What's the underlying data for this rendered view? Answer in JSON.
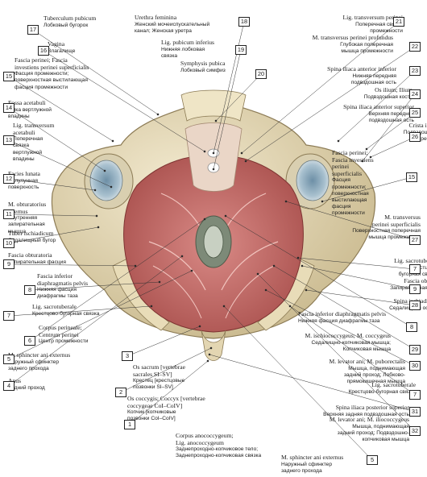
{
  "labels": [
    {
      "n": "1",
      "la": [
        "Corpus anococcygeum;",
        "Lig. anococcygeum"
      ],
      "ru": [
        "Заднепроходно-копчиковое тело;",
        "Заднепроходно-копчиковая связка"
      ]
    },
    {
      "n": "2",
      "la": [
        "Os coccygis; Coccyx [vertebrae",
        "coccygeae CoI–CoIV]"
      ],
      "ru": [
        "Копчик [копчиковые",
        "позвонки CoI–CoIV]"
      ]
    },
    {
      "n": "3",
      "la": [
        "Os sacrum [vertebrae",
        "sacrales SI–SV]"
      ],
      "ru": [
        "Крестец [крестцовые",
        "позвонки SI–SV]"
      ]
    },
    {
      "n": "4",
      "la": [
        "Anus"
      ],
      "ru": [
        "Задний проход"
      ]
    },
    {
      "n": "5",
      "la": [
        "M. sphincter ani externus"
      ],
      "ru": [
        "Наружный сфинктер",
        "заднего прохода"
      ]
    },
    {
      "n": "6",
      "la": [
        "Corpus perineale;",
        "Centrum perinei"
      ],
      "ru": [
        "Центр промежности"
      ]
    },
    {
      "n": "7",
      "la": [
        "Lig. sacrotuberale"
      ],
      "ru": [
        "Крестцово-бугорная связка"
      ]
    },
    {
      "n": "8",
      "la": [
        "Fascia inferior",
        "diaphragmatis pelvis"
      ],
      "ru": [
        "Нижняя фасция",
        "диафрагмы таза"
      ]
    },
    {
      "n": "9",
      "la": [
        "Fascia obturatoria"
      ],
      "ru": [
        "Запирательная фасция"
      ]
    },
    {
      "n": "10",
      "la": [
        "Tuber ischiadicum"
      ],
      "ru": [
        "Седалищный бугор"
      ]
    },
    {
      "n": "11",
      "la": [
        "M. obturatorius",
        "internus"
      ],
      "ru": [
        "Внутренняя",
        "запирательная",
        "мышца"
      ]
    },
    {
      "n": "12",
      "la": [
        "Facies lunata"
      ],
      "ru": [
        "Полулунная",
        "поверхность"
      ]
    },
    {
      "n": "13",
      "la": [
        "Lig. transversum",
        "acetabuli"
      ],
      "ru": [
        "Поперечная",
        "связка",
        "вертлужной",
        "впадины"
      ]
    },
    {
      "n": "14",
      "la": [
        "Fossa acetabuli"
      ],
      "ru": [
        "Ямка вертлужной",
        "впадины"
      ]
    },
    {
      "n": "15",
      "la": [
        "Fascia perinei; Fascia",
        "investiens perinei superficialis"
      ],
      "ru": [
        "Фасция промежности;",
        "поверхностная выстилающая",
        "фасция промежности"
      ]
    },
    {
      "n": "16",
      "la": [
        "Vagina"
      ],
      "ru": [
        "Влагалище"
      ]
    },
    {
      "n": "17",
      "la": [
        "Tuberculum pubicum"
      ],
      "ru": [
        "Лобковый бугорок"
      ]
    },
    {
      "n": "18",
      "la": [
        "Urethra feminina"
      ],
      "ru": [
        "Женский мочеиспускательный",
        "канал; Женская уретра"
      ]
    },
    {
      "n": "19",
      "la": [
        "Lig. pubicum inferius"
      ],
      "ru": [
        "Нижняя лобковая",
        "связка"
      ]
    },
    {
      "n": "20",
      "la": [
        "Symphysis pubica"
      ],
      "ru": [
        "Лобковый симфиз"
      ]
    },
    {
      "n": "21",
      "la": [
        "Lig. transversum perinei"
      ],
      "ru": [
        "Поперечная связка",
        "промежности"
      ]
    },
    {
      "n": "22",
      "la": [
        "M. transversus perinei profundus"
      ],
      "ru": [
        "Глубокая поперечная",
        "мышца промежности"
      ]
    },
    {
      "n": "23",
      "la": [
        "Spina iliaca anterior inferior"
      ],
      "ru": [
        "Нижняя передняя",
        "подвздошная ость"
      ]
    },
    {
      "n": "24",
      "la": [
        "Os ilium; Ilium"
      ],
      "ru": [
        "Подвздошная кость"
      ]
    },
    {
      "n": "25",
      "la": [
        "Spina iliaca anterior superior"
      ],
      "ru": [
        "Верхняя передняя",
        "подвздошная ость"
      ]
    },
    {
      "n": "26",
      "la": [
        "Crista iliaca"
      ],
      "ru": [
        "Подвздошный",
        "гребень"
      ]
    },
    {
      "n": "15",
      "la": [
        "Fascia perinei;",
        "Fascia investiens",
        "perinei",
        "superficialis"
      ],
      "ru": [
        "Фасция",
        "промежности;",
        "поверхностная",
        "выстилающая",
        "фасция",
        "промежности"
      ]
    },
    {
      "n": "27",
      "la": [
        "M. transversus",
        "perinei superficialis"
      ],
      "ru": [
        "Поверхностная поперечная",
        "мышца промежности"
      ]
    },
    {
      "n": "7",
      "la": [
        "Lig. sacrotuberale"
      ],
      "ru": [
        "Крестцово-",
        "бугорная связка"
      ]
    },
    {
      "n": "9",
      "la": [
        "Fascia obturatoria"
      ],
      "ru": [
        "Запирательная фасция"
      ]
    },
    {
      "n": "28",
      "la": [
        "Spina ischiadica"
      ],
      "ru": [
        "Седалищная ость"
      ]
    },
    {
      "n": "8",
      "la": [
        "Fascia inferior diaphragmatis pelvis"
      ],
      "ru": [
        "Нижняя фасция диафрагмы таза"
      ]
    },
    {
      "n": "29",
      "la": [
        "M. ischiococcygeus; M. coccygeus"
      ],
      "ru": [
        "Седалищно-копчиковая мышца;",
        "Копчиковая мышца"
      ]
    },
    {
      "n": "30",
      "la": [
        "M. levator ani; M. puborectalis"
      ],
      "ru": [
        "Мышца, поднимающая",
        "задний проход; Лобково-",
        "прямокишечная мышца"
      ]
    },
    {
      "n": "7",
      "la": [
        "Lig. sacrotuberale"
      ],
      "ru": [
        "Крестцово-бугорная связка"
      ]
    },
    {
      "n": "31",
      "la": [
        "Spina iliaca posterior superior"
      ],
      "ru": [
        "Верхняя задняя подвздошная ость"
      ]
    },
    {
      "n": "32",
      "la": [
        "M. levator ani; M. iliococcygeus"
      ],
      "ru": [
        "Мышца, поднимающая",
        "задний проход; Подвздошно-",
        "копчиковая мышца"
      ]
    },
    {
      "n": "5",
      "la": [
        "M. sphincter ani externus"
      ],
      "ru": [
        "Наружный сфинктер",
        "заднего прохода"
      ]
    }
  ]
}
